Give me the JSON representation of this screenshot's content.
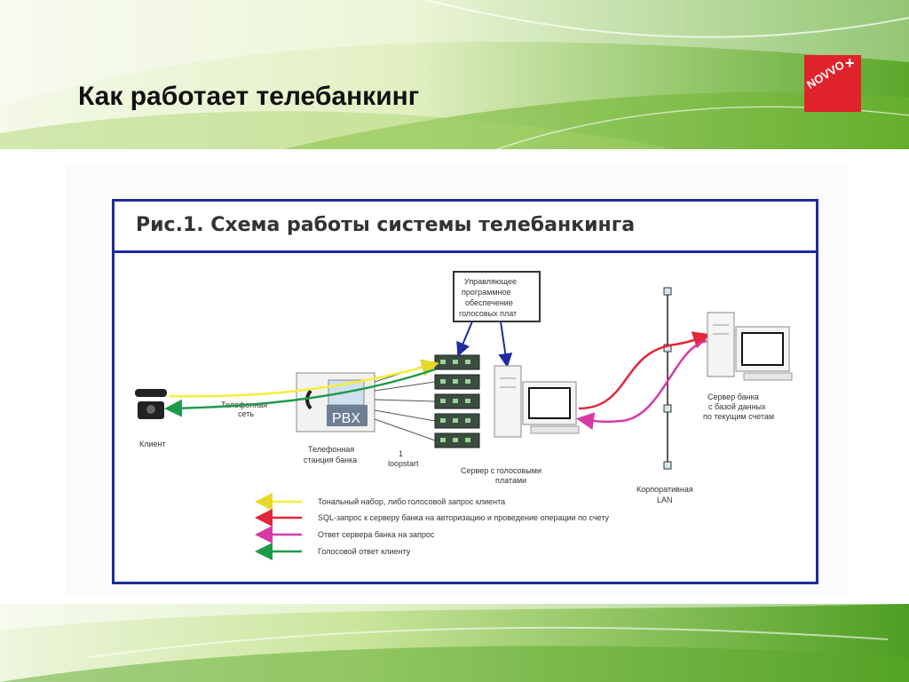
{
  "slide": {
    "title": "Как работает телебанкинг"
  },
  "logo": {
    "text": "NOVVO",
    "plus": "+",
    "color": "#e0232b"
  },
  "figure": {
    "caption": "Рис.1. Схема работы системы телебанкинга",
    "labels": {
      "client": "Клиент",
      "phone_network": [
        "Телефонная",
        "сеть"
      ],
      "pbx": "PBX",
      "station": [
        "Телефонная",
        "станция банка"
      ],
      "loopstart": [
        "1",
        "loopstart"
      ],
      "software": [
        "Управляющее",
        "программное",
        "обеспечение",
        "голосовых плат"
      ],
      "voice_server": [
        "Сервер с голосовыми",
        "платами"
      ],
      "lan": [
        "Корпоративная",
        "LAN"
      ],
      "bank_server": [
        "Сервер банка",
        "с базой данных",
        "по текущим счетам"
      ]
    },
    "legend": [
      {
        "label": "Тональный набор, либо голосовой запрос клиента",
        "color": "#f4ef3a"
      },
      {
        "label": "SQL-запрос к серверу банка на авторизацию и проведение операции по счету",
        "color": "#e3263a"
      },
      {
        "label": "Ответ сервера банка на запрос",
        "color": "#d63aa6"
      },
      {
        "label": "Голосовой ответ клиенту",
        "color": "#1f9a4a"
      }
    ],
    "colors": {
      "frame": "#1f2b9c",
      "arrows": "#1f2b9c"
    }
  }
}
